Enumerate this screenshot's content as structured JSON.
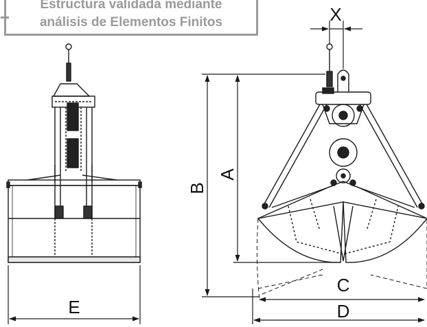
{
  "note": {
    "line1": "Estructura validada mediante",
    "line2": "análisis de Elementos Finitos"
  },
  "dimensions": {
    "x": "X",
    "a": "A",
    "b": "B",
    "c": "C",
    "d": "D",
    "e": "E"
  },
  "colors": {
    "line": "#1a1a1a",
    "note_gray": "#9a9a9a"
  }
}
